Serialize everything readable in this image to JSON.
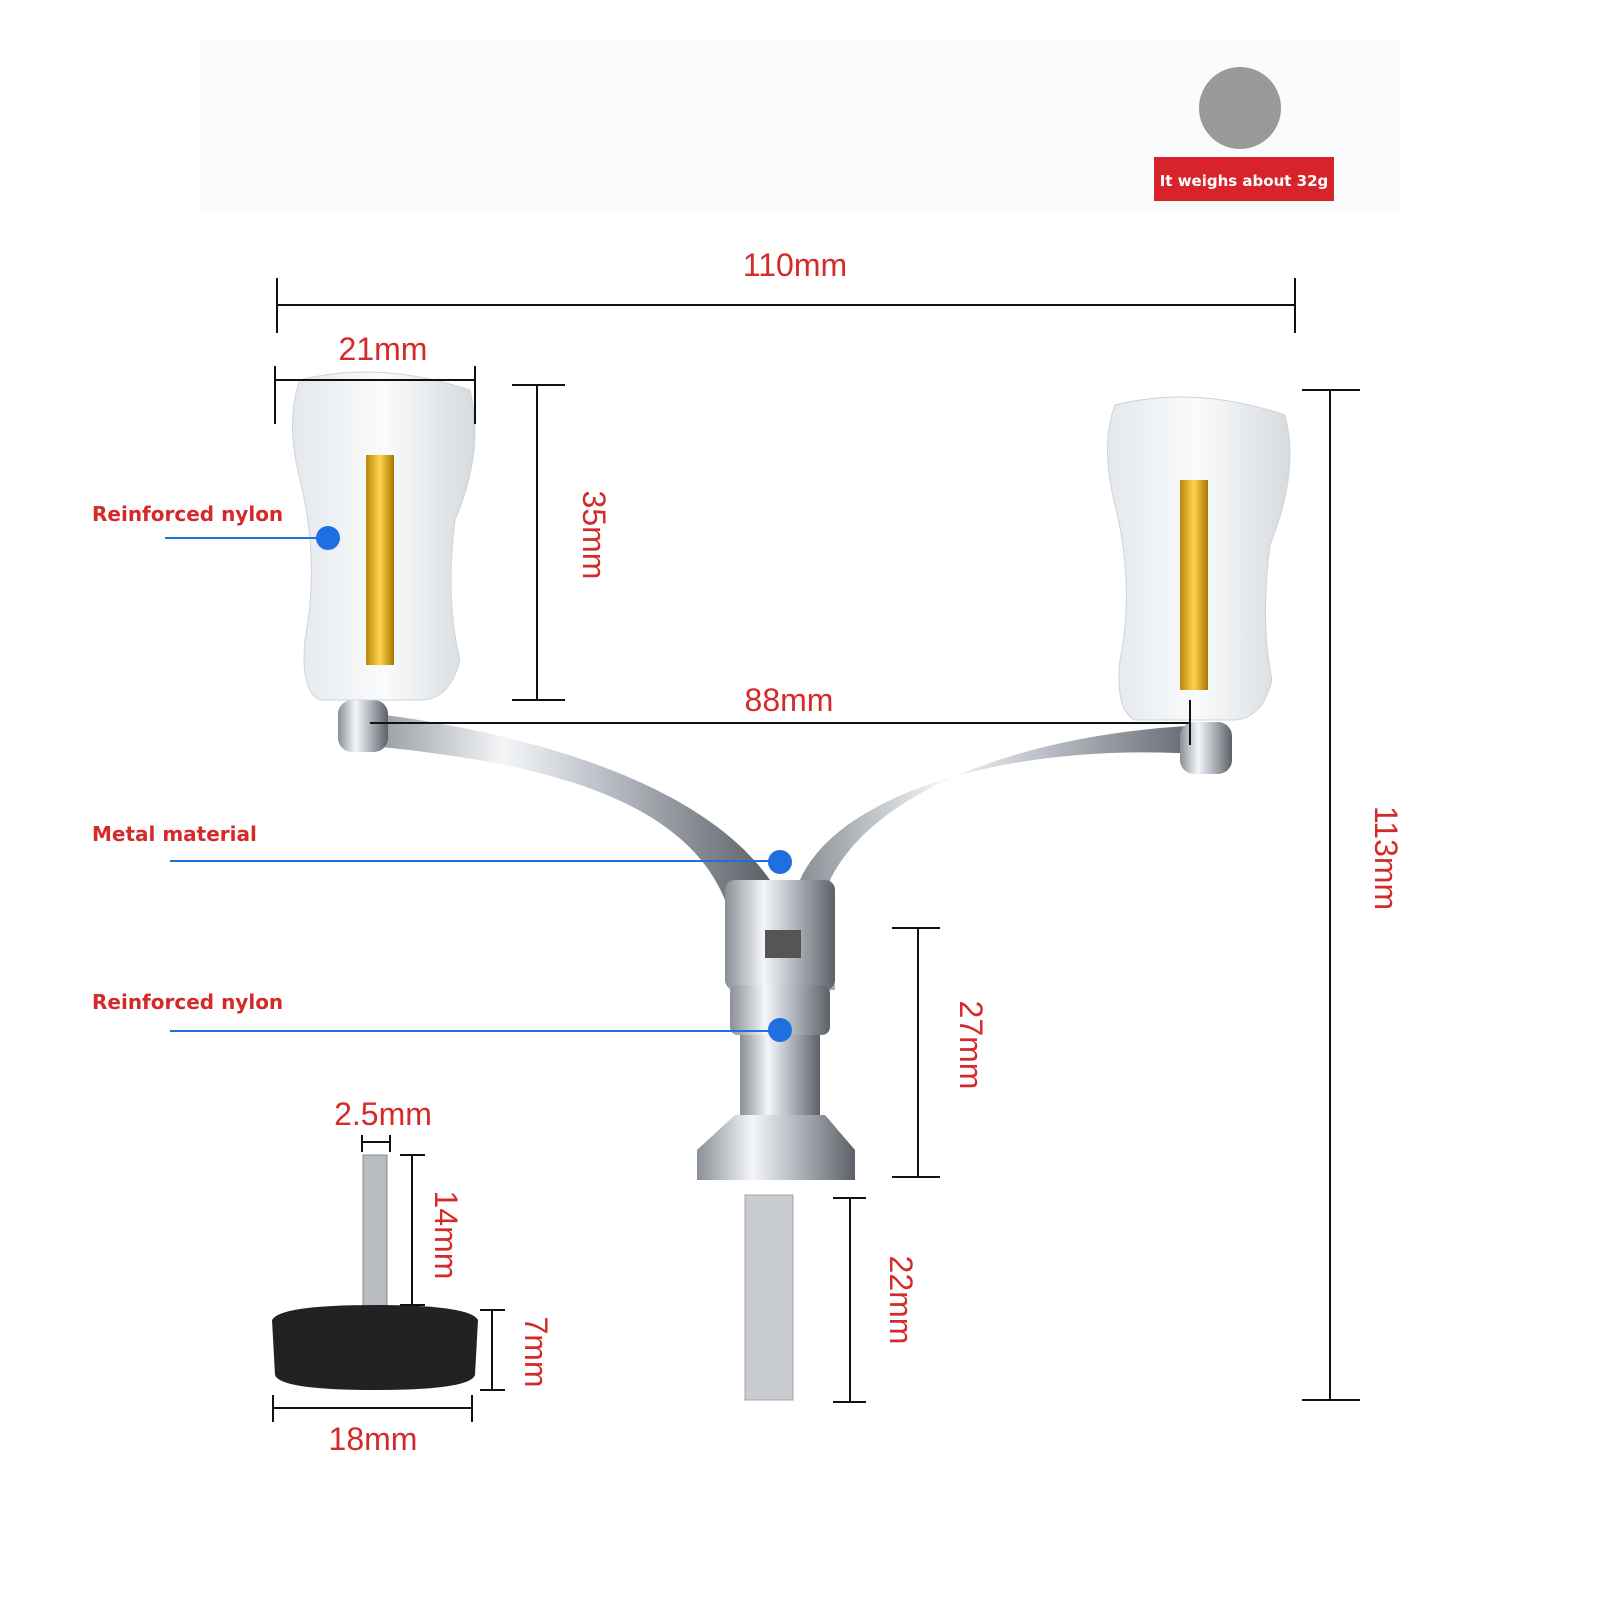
{
  "weight_badge": {
    "label": "It weighs about 32g",
    "color": "#d9232a",
    "swatch_color": "#999999"
  },
  "dimensions": {
    "total_width": "110mm",
    "knob_width": "21mm",
    "knob_height": "35mm",
    "knob_spacing": "88mm",
    "total_height": "113mm",
    "base_height": "27mm",
    "shaft_length": "22mm",
    "screw_diameter": "2.5mm",
    "screw_length": "14mm",
    "cap_height": "7mm",
    "cap_diameter": "18mm"
  },
  "callouts": [
    {
      "label": "Reinforced nylon"
    },
    {
      "label": "Metal material"
    },
    {
      "label": "Reinforced nylon"
    }
  ],
  "accent": "#d42a2a",
  "callout_color": "#1f6fe0"
}
